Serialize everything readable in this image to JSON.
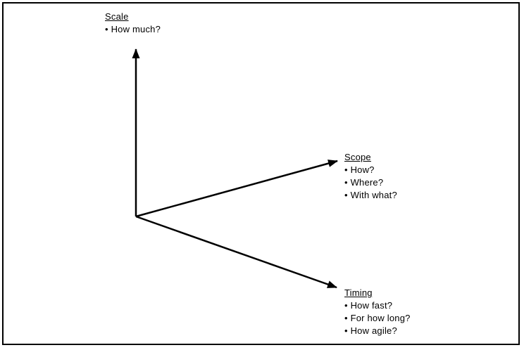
{
  "diagram": {
    "background_color": "#ffffff",
    "border_color": "#000000",
    "line_color": "#000000",
    "text_color": "#000000",
    "axes": [
      {
        "id": "scale",
        "title": "Scale",
        "bullets": [
          "How much?"
        ]
      },
      {
        "id": "scope",
        "title": "Scope",
        "bullets": [
          "How?",
          "Where?",
          "With what?"
        ]
      },
      {
        "id": "timing",
        "title": "Timing",
        "bullets": [
          "How fast?",
          "For how long?",
          "How agile?"
        ]
      }
    ]
  }
}
